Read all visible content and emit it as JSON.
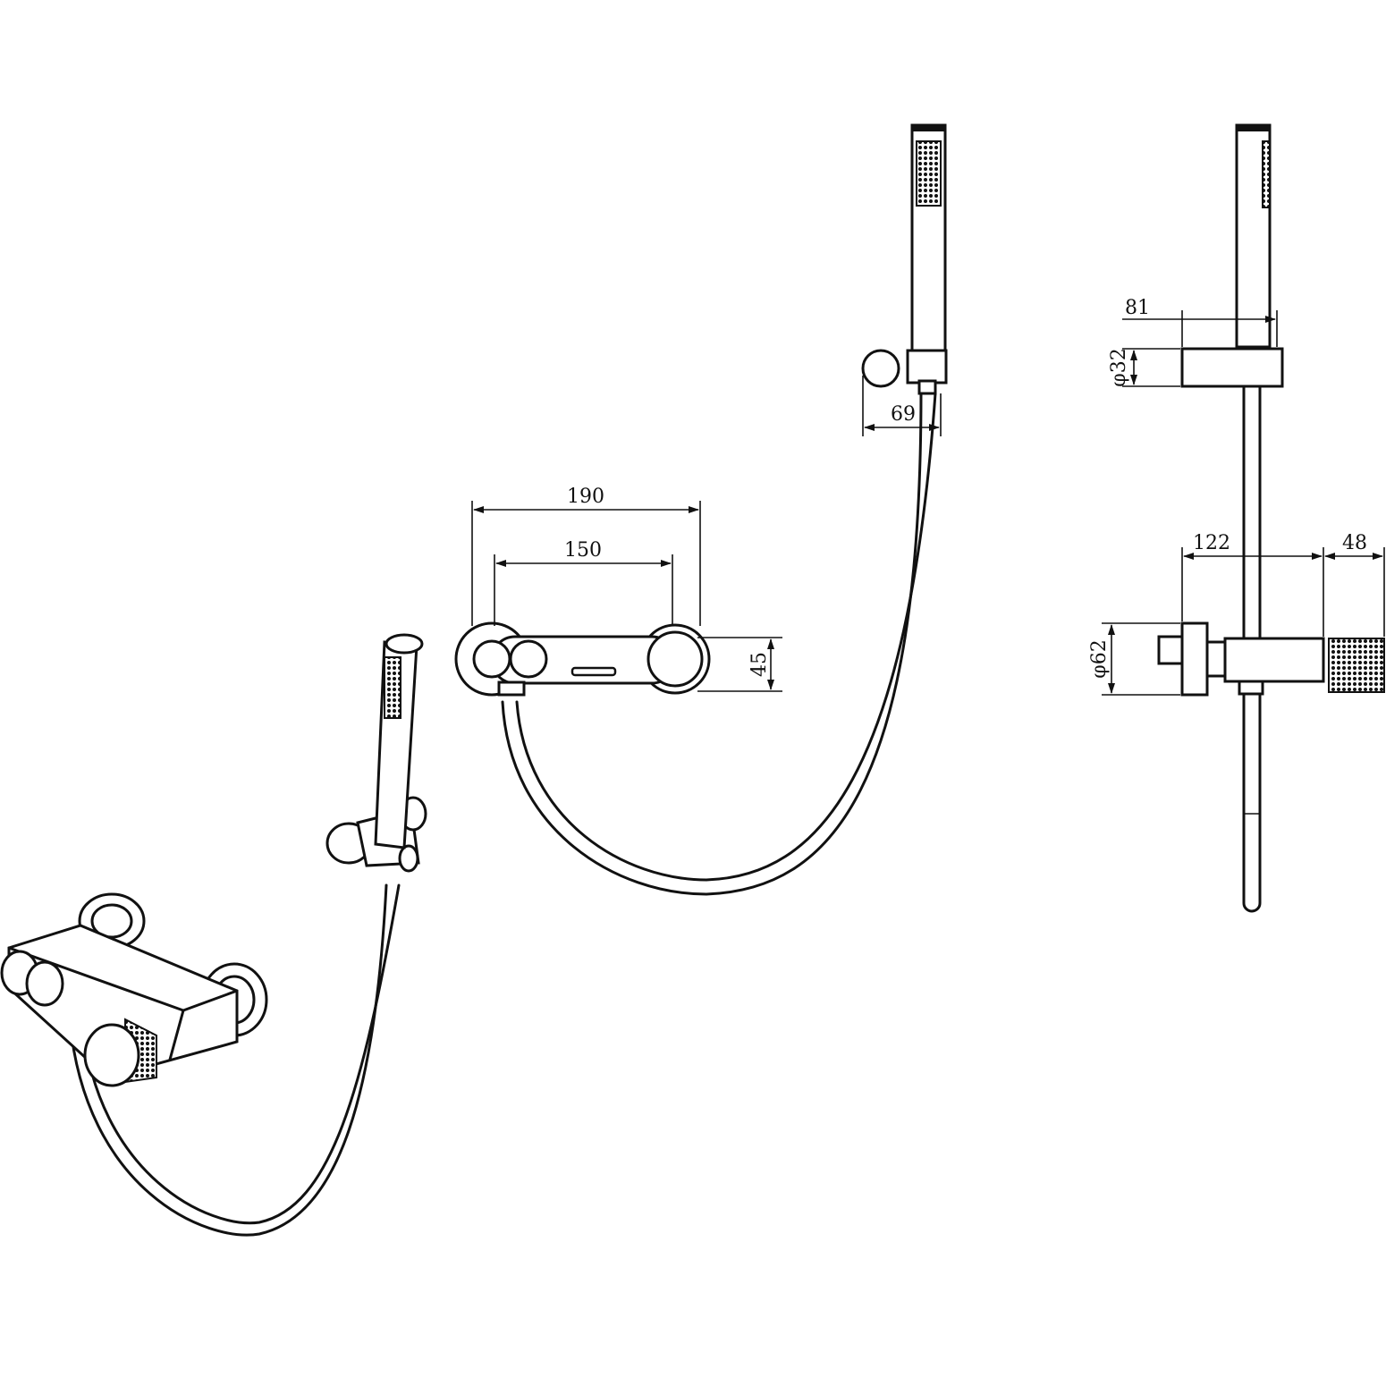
{
  "dimensions": {
    "bar_width": "190",
    "inlet_centers": "150",
    "body_height": "45",
    "holder_offset": "69",
    "holder_width": "81",
    "holder_diameter": "φ32",
    "projection": "122",
    "handle_length": "48",
    "flange_diameter": "φ62"
  },
  "colors": {
    "line": "#111111",
    "background": "#ffffff"
  }
}
